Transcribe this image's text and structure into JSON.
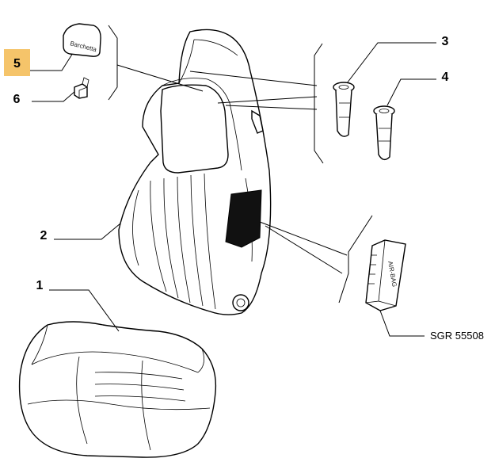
{
  "callouts": {
    "c1": "1",
    "c2": "2",
    "c3": "3",
    "c4": "4",
    "c5": "5",
    "c6": "6"
  },
  "reference_code": "SGR 55508",
  "airbag_label": "AIR-BAG",
  "headrest_logo": "Barchetta",
  "highlight_color": "#F5C46A"
}
